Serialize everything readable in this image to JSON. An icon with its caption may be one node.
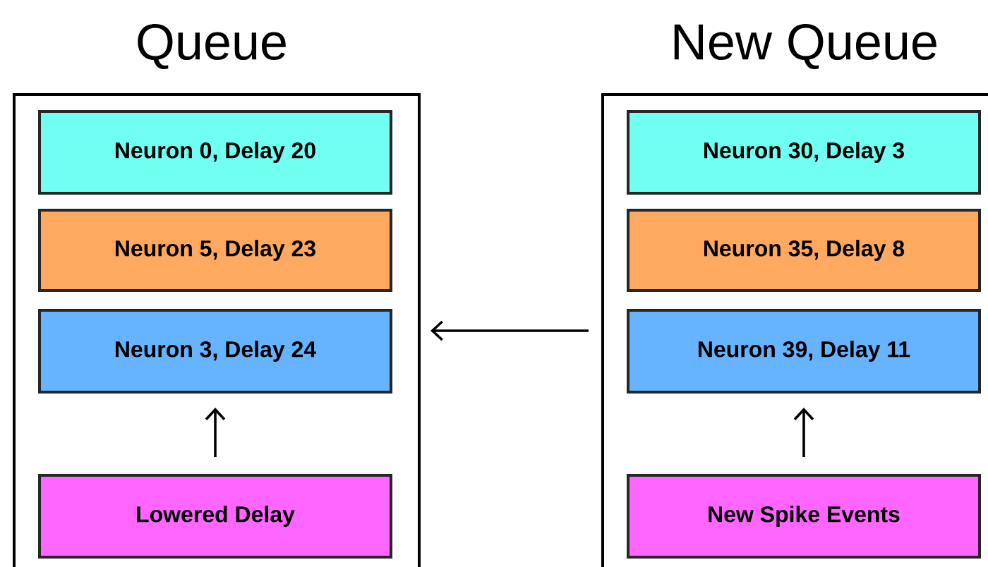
{
  "diagram": {
    "nodes": [
      {
        "text": [
          "Queue"
        ]
      },
      {
        "text": [
          "Neuron 0, Delay 20"
        ],
        "in": 0
      },
      {
        "text": [
          "Neuron 5, Delay 23"
        ],
        "in": 0
      },
      {
        "text": [
          "Neuron 3, Delay 24"
        ],
        "in": 0
      },
      {
        "text": [
          "Lowered Delay"
        ],
        "in": 0
      },
      {
        "text": [
          "New Queue"
        ]
      },
      {
        "text": [
          "Neuron 30, Delay 3"
        ],
        "in": 5
      },
      {
        "text": [
          "Neuron 35, Delay 8"
        ],
        "in": 5
      },
      {
        "text": [
          "Neuron 39, Delay 11"
        ],
        "in": 5
      },
      {
        "text": [
          "New  Spike Events"
        ],
        "in": 5
      }
    ],
    "edges": [
      {
        "from": 4,
        "to": 3,
        "arrow": "to"
      },
      {
        "from": 9,
        "to": 8,
        "arrow": "to"
      },
      {
        "from": 5,
        "to": 0,
        "arrow": "to"
      }
    ]
  }
}
